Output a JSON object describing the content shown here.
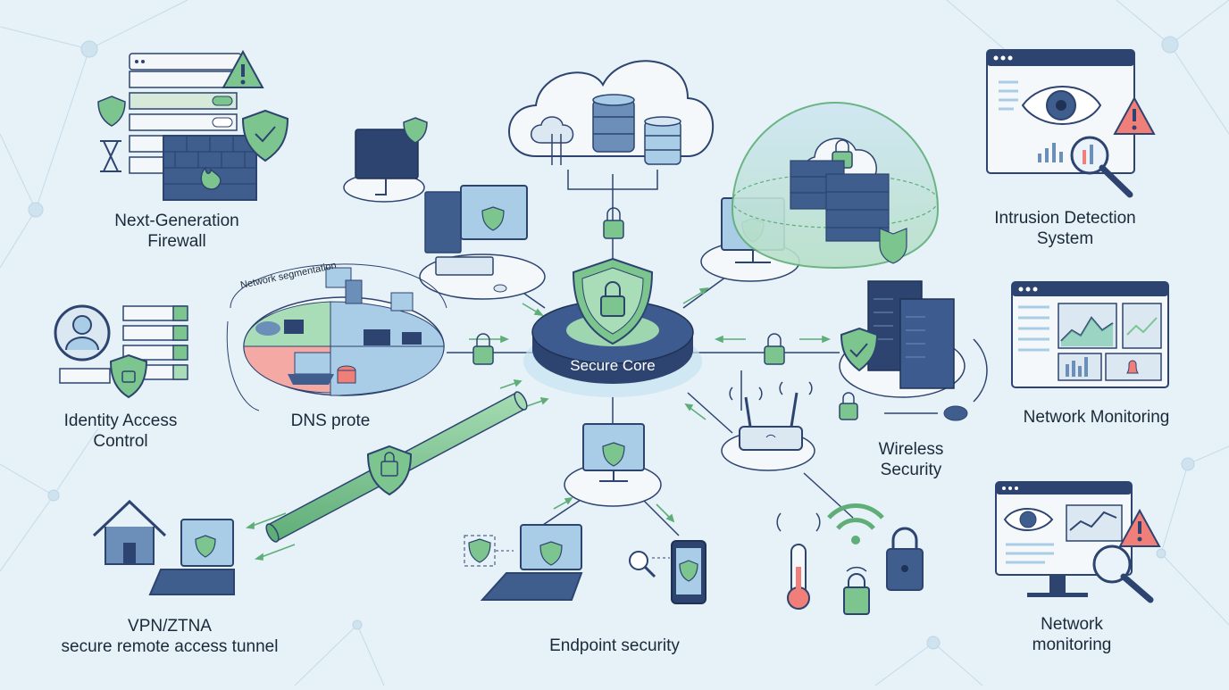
{
  "diagram": {
    "core_label": "Secure Core",
    "segmentation_label": "Network segmentation",
    "labels": {
      "firewall": [
        "Next-Generation",
        "Firewall"
      ],
      "identity": [
        "Identity Access",
        "Control"
      ],
      "dns": [
        "DNS prote"
      ],
      "vpn": [
        "VPN/ZTNA",
        "secure remote access tunnel"
      ],
      "endpoint": [
        "Endpoint security"
      ],
      "wireless": [
        "Wireless",
        "Security"
      ],
      "ids": [
        "Intrusion Detection",
        "System"
      ],
      "monitoring": [
        "Network Monitoring"
      ],
      "monitoring2": [
        "Network",
        "monitoring"
      ]
    },
    "colors": {
      "background": "#e6f1f8",
      "navy": "#2d4470",
      "green": "#7cc58f",
      "light_blue": "#a9cde6",
      "red_alert": "#f07f7a",
      "text": "#1b2a3a"
    }
  }
}
